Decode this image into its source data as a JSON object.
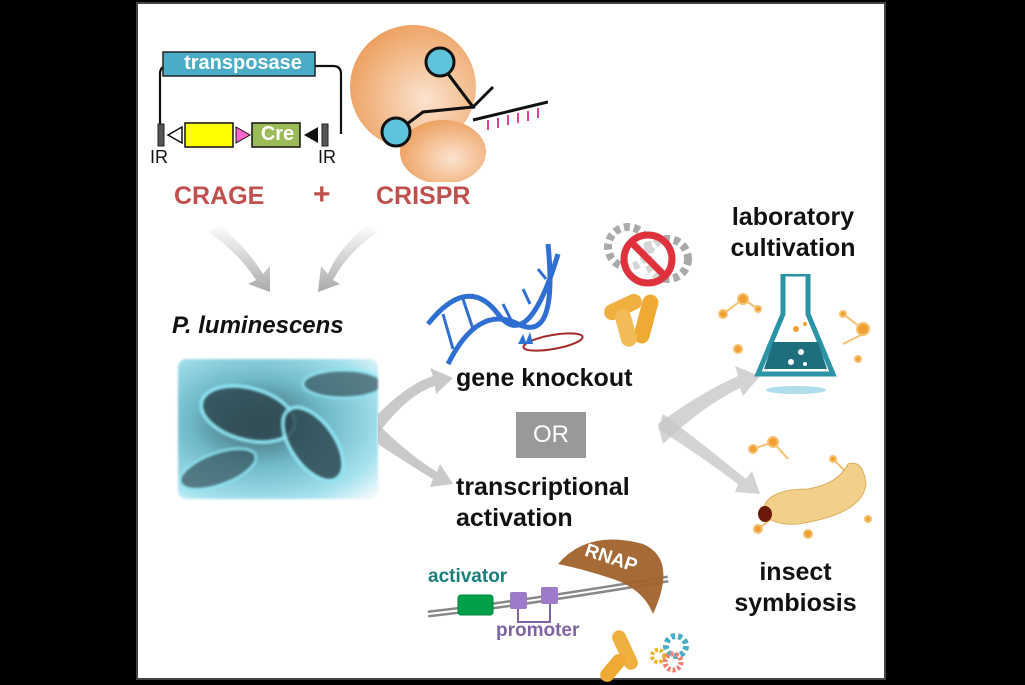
{
  "plasmid": {
    "transposase_label": "transposase",
    "cre_label": "Cre",
    "ir_left": "IR",
    "ir_right": "IR"
  },
  "methods": {
    "crage": "CRAGE",
    "plus": "+",
    "crispr": "CRISPR"
  },
  "organism": {
    "name": "P. luminescens"
  },
  "approaches": {
    "knockout": "gene knockout",
    "or": "OR",
    "activation_line1": "transcriptional",
    "activation_line2": "activation"
  },
  "activation_detail": {
    "rnap": "RNAP",
    "activator": "activator",
    "promoter": "promoter"
  },
  "outcomes": {
    "lab_line1": "laboratory",
    "lab_line2": "cultivation",
    "insect_line1": "insect",
    "insect_line2": "symbiosis"
  },
  "colors": {
    "crage_red": "#c0504d",
    "transposase_blue": "#4bacc6",
    "cre_green": "#9bbb59",
    "activator_green": "#00843d",
    "promoter_purple": "#8064a2",
    "activator_text": "#1a7f7a",
    "rnap_brown": "#a0622a",
    "cas9_orange": "#ec9a55"
  }
}
